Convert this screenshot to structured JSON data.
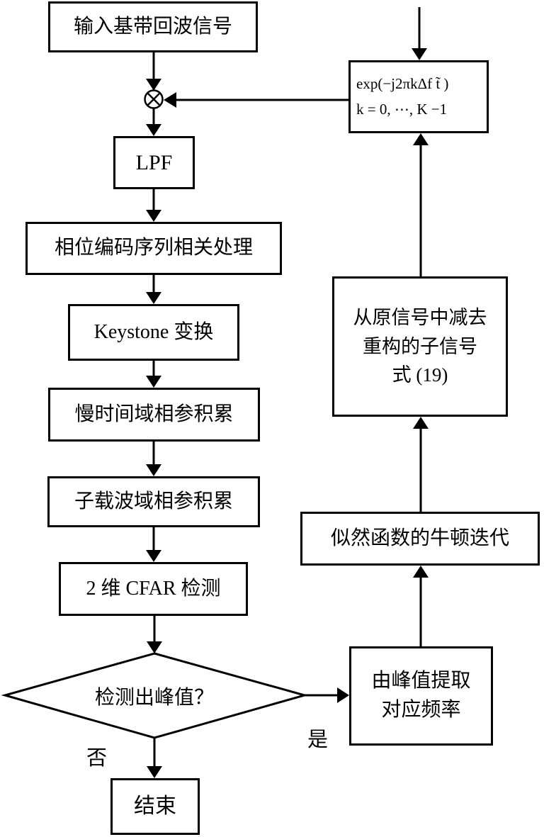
{
  "nodes": {
    "input": {
      "label": "输入基带回波信号"
    },
    "lpf": {
      "label": "LPF"
    },
    "phase_code": {
      "label": "相位编码序列相关处理"
    },
    "keystone": {
      "label": "Keystone 变换"
    },
    "slow_time": {
      "label": "慢时间域相参积累"
    },
    "subcarrier": {
      "label": "子载波域相参积累"
    },
    "cfar": {
      "label": "2 维 CFAR 检测"
    },
    "decision": {
      "label": "检测出峰值？"
    },
    "end": {
      "label": "结束"
    },
    "exp_ref": {
      "lines": [
        "exp(−j2πkΔf t̃ )",
        "k = 0, ⋯, K −1"
      ]
    },
    "subtract": {
      "lines": [
        "从原信号中减去",
        "重构的子信号",
        "式 (19)"
      ]
    },
    "newton": {
      "label": "似然函数的牛顿迭代"
    },
    "extract": {
      "lines": [
        "由峰值提取",
        "对应频率"
      ]
    }
  },
  "edge_labels": {
    "no": "否",
    "yes": "是"
  },
  "colors": {
    "line": "#000000",
    "text": "#000000",
    "background": "#ffffff"
  }
}
